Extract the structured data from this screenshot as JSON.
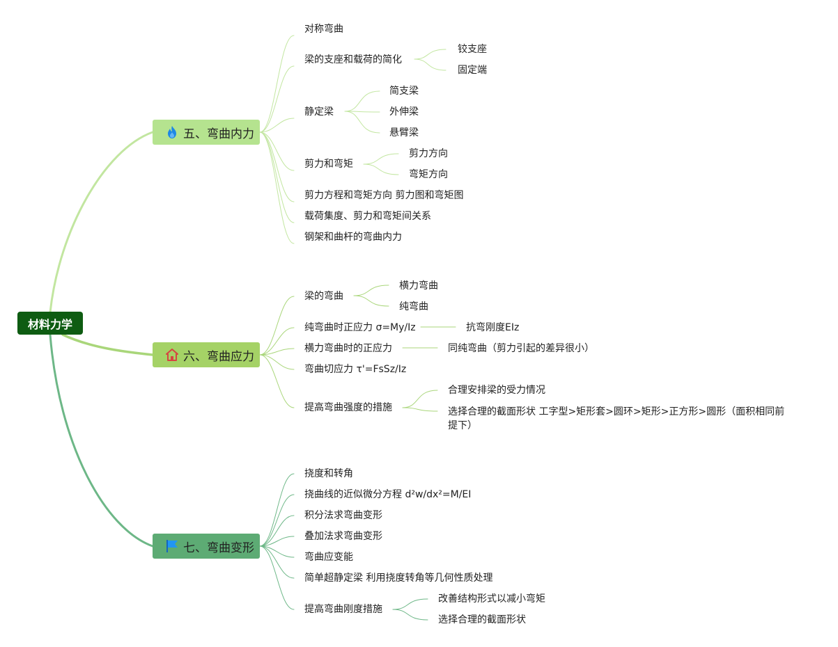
{
  "root": {
    "label": "材料力学",
    "color": "#0e5c12"
  },
  "branches": [
    {
      "label": "五、弯曲内力",
      "icon": "flame-icon",
      "color": "#b5e38f",
      "line_color": "#c2e6a0",
      "children": [
        {
          "label": "对称弯曲"
        },
        {
          "label": "梁的支座和载荷的简化",
          "children": [
            "铰支座",
            "固定端"
          ]
        },
        {
          "label": "静定梁",
          "children": [
            "简支梁",
            "外伸梁",
            "悬臂梁"
          ]
        },
        {
          "label": "剪力和弯矩",
          "children": [
            "剪力方向",
            "弯矩方向"
          ]
        },
        {
          "label": "剪力方程和弯矩方向 剪力图和弯矩图"
        },
        {
          "label": "载荷集度、剪力和弯矩间关系"
        },
        {
          "label": "钢架和曲杆的弯曲内力"
        }
      ]
    },
    {
      "label": "六、弯曲应力",
      "icon": "home-icon",
      "color": "#a5d266",
      "line_color": "#a9d67a",
      "children": [
        {
          "label": "梁的弯曲",
          "children": [
            "横力弯曲",
            "纯弯曲"
          ]
        },
        {
          "label": "纯弯曲时正应力 σ=My/Iz",
          "children": [
            "抗弯刚度EIz"
          ]
        },
        {
          "label": "横力弯曲时的正应力",
          "children": [
            "同纯弯曲（剪力引起的差异很小）"
          ]
        },
        {
          "label": "弯曲切应力 τ'=FsSz/Iz"
        },
        {
          "label": "提高弯曲强度的措施",
          "children": [
            "合理安排梁的受力情况",
            "选择合理的截面形状 工字型>矩形套>圆环>矩形>正方形>圆形（面积相同前提下）"
          ]
        }
      ]
    },
    {
      "label": "七、弯曲变形",
      "icon": "flag-icon",
      "color": "#5dab74",
      "line_color": "#6db787",
      "children": [
        {
          "label": "挠度和转角"
        },
        {
          "label": "挠曲线的近似微分方程 d²w/dx²=M/EI"
        },
        {
          "label": "积分法求弯曲变形"
        },
        {
          "label": "叠加法求弯曲变形"
        },
        {
          "label": "弯曲应变能"
        },
        {
          "label": "简单超静定梁 利用挠度转角等几何性质处理"
        },
        {
          "label": "提高弯曲刚度措施",
          "children": [
            "改善结构形式以减小弯矩",
            "选择合理的截面形状"
          ]
        }
      ]
    }
  ]
}
